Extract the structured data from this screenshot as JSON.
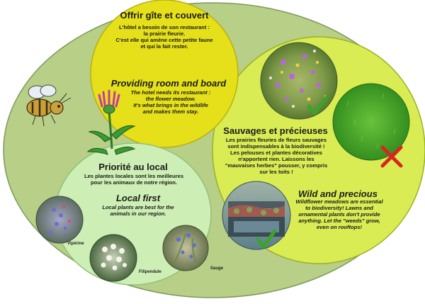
{
  "colors": {
    "outer_oval": "#b7cf86",
    "yellow_circle": "#e5e01a",
    "lime_circle": "#d9ec54",
    "pale_circle": "#cdeeb4",
    "check": "#3aa42a",
    "cross": "#d8261f"
  },
  "yellow_section": {
    "title_fr": "Offrir gîte et couvert",
    "lines_fr": [
      "L'hôtel a besoin de son restaurant :",
      "la prairie fleurie.",
      "C'est elle qui amène cette petite faune",
      "et qui la fait rester."
    ],
    "title_en": "Providing room and board",
    "lines_en": [
      "The hotel needs its restaurant :",
      "the flower meadow.",
      "It's what brings in the wildlife",
      "and makes them stay."
    ]
  },
  "lime_section": {
    "title_fr": "Sauvages et précieuses",
    "lines_fr": [
      "Les prairies fleuries de fleurs sauvages",
      "sont indispensables à la biodiversité !",
      "Les pelouses et plantes décoratives",
      "n'apportent rien. Laissons les",
      "\"mauvaises herbes\" pousser, y compris",
      "sur les toits !"
    ],
    "title_en": "Wild and precious",
    "lines_en": [
      "Wildflower meadows are essential",
      "to biodiversity! Lawns and",
      "ornamental plants don't provide",
      "anything. Let the \"weeds\" grow,",
      "even on rooftops!"
    ]
  },
  "pale_section": {
    "title_fr": "Priorité au local",
    "lines_fr": [
      "Les plantes locales sont les meilleures",
      "pour les animaux de notre région."
    ],
    "title_en": "Local first",
    "lines_en": [
      "Local plants are best for the",
      "animals in our region."
    ],
    "captions": [
      "Vipérine",
      "Filipendule",
      "Sauge"
    ]
  },
  "icons": [
    "bee-icon",
    "thistle-flower-icon",
    "checkmark-icon",
    "cross-icon"
  ]
}
